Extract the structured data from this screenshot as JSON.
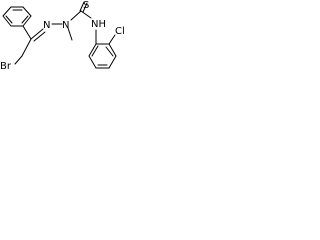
{
  "molecule": {
    "atoms": {
      "bromine": "Br",
      "imine_nitrogen": "N",
      "hydrazine_nitrogen": "N",
      "amide_nitrogen": "NH",
      "sulfur": "S",
      "chlorine": "Cl"
    }
  }
}
